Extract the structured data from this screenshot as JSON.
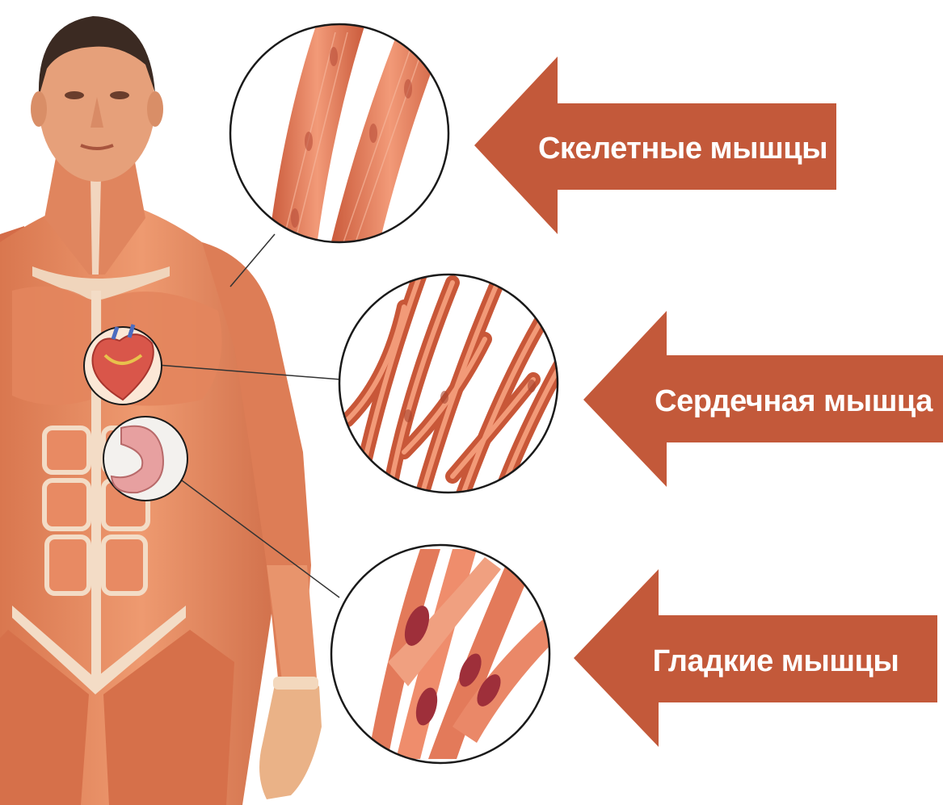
{
  "labels": {
    "skeletal": "Скелетные мышцы",
    "cardiac": "Сердечная мышца",
    "smooth": "Гладкие мышцы"
  },
  "colors": {
    "arrow": "#c3593a",
    "muscle_light": "#f0a07a",
    "muscle_mid": "#e07453",
    "muscle_dark": "#b8472e",
    "skin": "#e7a27a",
    "tendon": "#f4e6d6",
    "hair": "#3b2a22",
    "nucleus": "#9e2f3a",
    "circle_border": "#1a1a1a"
  }
}
